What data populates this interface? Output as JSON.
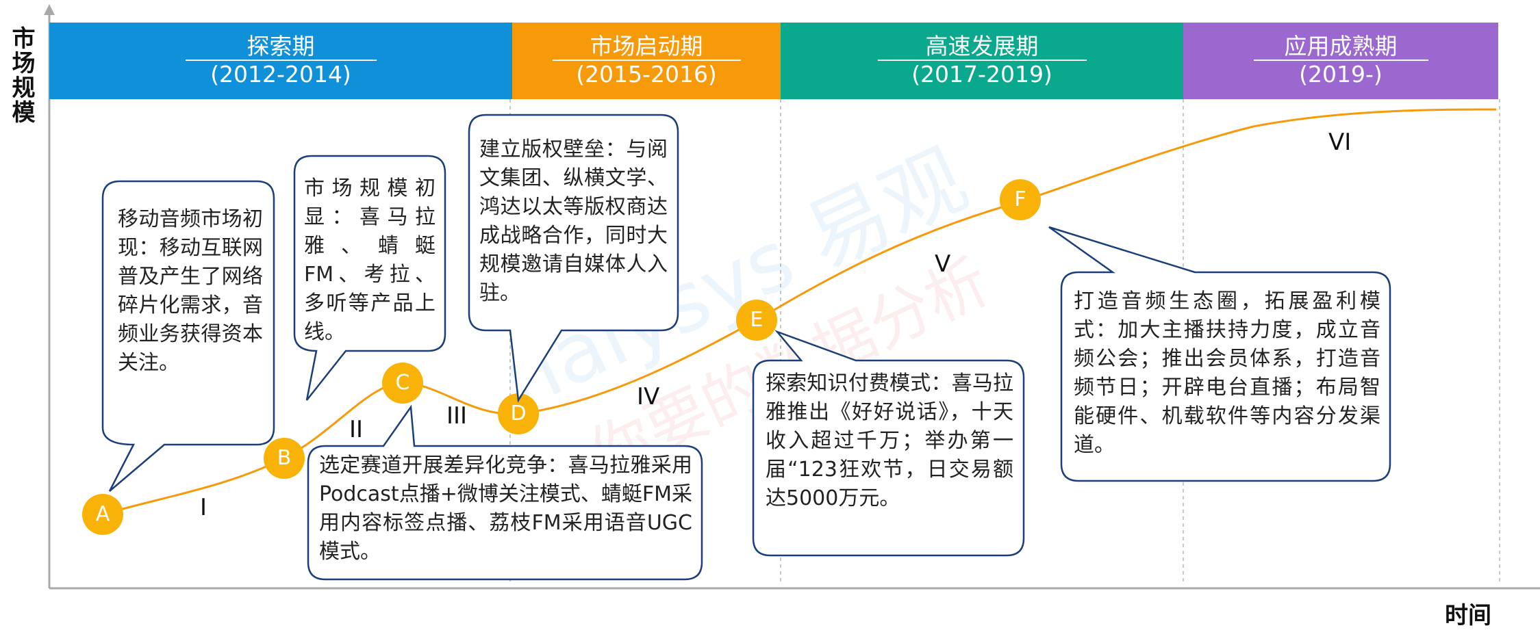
{
  "axis": {
    "y_label": "市场规模",
    "x_label": "时间"
  },
  "phases": [
    {
      "name": "探索期",
      "years": "(2012-2014)",
      "color": "#1090d8"
    },
    {
      "name": "市场启动期",
      "years": "(2015-2016)",
      "color": "#f79a0a"
    },
    {
      "name": "高速发展期",
      "years": "(2017-2019)",
      "color": "#0aa88c"
    },
    {
      "name": "应用成熟期",
      "years": "(2019-)",
      "color": "#9b68cf"
    }
  ],
  "points": [
    "A",
    "B",
    "C",
    "D",
    "E",
    "F"
  ],
  "stages": [
    "I",
    "II",
    "III",
    "IV",
    "V",
    "VI"
  ],
  "callouts": [
    {
      "text": "移动音频市场初现：移动互联网普及产生了网络碎片化需求，音频业务获得资本关注。"
    },
    {
      "text": "市场规模初显：喜马拉雅、蜻蜓FM、考拉、多听等产品上线。"
    },
    {
      "text": "选定赛道开展差异化竞争：喜马拉雅采用Podcast点播+微博关注模式、蜻蜓FM采用内容标签点播、荔枝FM采用语音UGC模式。"
    },
    {
      "text": "建立版权壁垒：与阅文集团、纵横文学、鸿达以太等版权商达成战略合作，同时大规模邀请自媒体人入驻。"
    },
    {
      "text": "探索知识付费模式：喜马拉雅推出《好好说话》，十天收入超过千万；举办第一届“123狂欢节，日交易额达5000万元。"
    },
    {
      "text": "打造音频生态圈，拓展盈利模式：加大主播扶持力度，成立音频公会；推出会员体系，打造音频节日；开辟电台直播；布局智能硬件、机载软件等内容分发渠道。"
    }
  ],
  "colors": {
    "curve": "#f79a0a",
    "point": "#f9b208",
    "callout_border": "#1a3f7a"
  }
}
